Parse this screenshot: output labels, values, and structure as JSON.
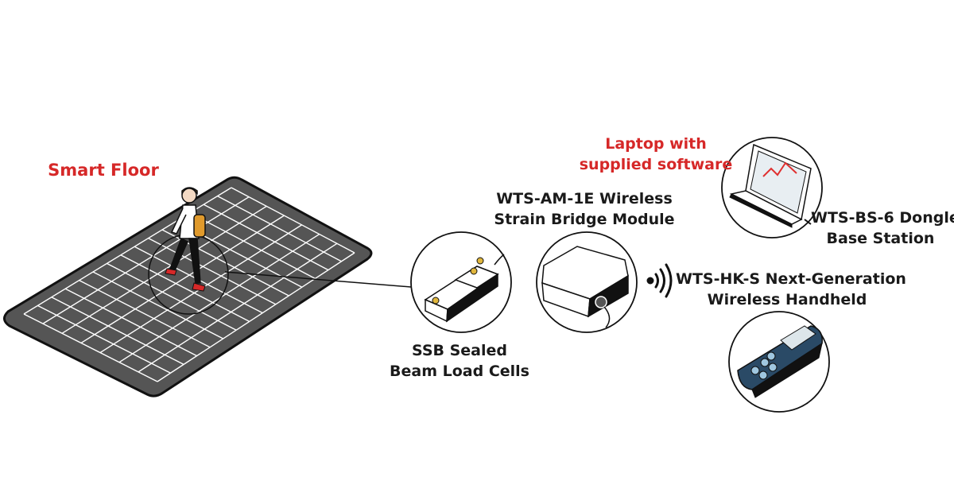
{
  "title": "Smart Floor",
  "colors": {
    "accent": "#d62828",
    "text": "#1a1a1a",
    "floor": "#555555",
    "floor_grid": "#ffffff",
    "handheld_body": "#2a4a66",
    "chart_line": "#e03030"
  },
  "labels": {
    "load_cells": {
      "line1": "SSB Sealed",
      "line2": "Beam Load Cells"
    },
    "strain_module": {
      "line1": "WTS-AM-1E Wireless",
      "line2": "Strain Bridge  Module"
    },
    "laptop": {
      "line1": "Laptop with",
      "line2": "supplied software"
    },
    "dongle": {
      "line1": "WTS-BS-6 Dongle",
      "line2": "Base Station"
    },
    "handheld": {
      "line1": "WTS-HK-S Next-Generation",
      "line2": "Wireless Handheld"
    }
  },
  "icons": {
    "load_cell": "load-cell-icon",
    "strain_module": "strain-module-icon",
    "wireless": "wireless-signal-icon",
    "laptop": "laptop-icon",
    "handheld": "handheld-icon",
    "person": "walking-person-icon"
  }
}
